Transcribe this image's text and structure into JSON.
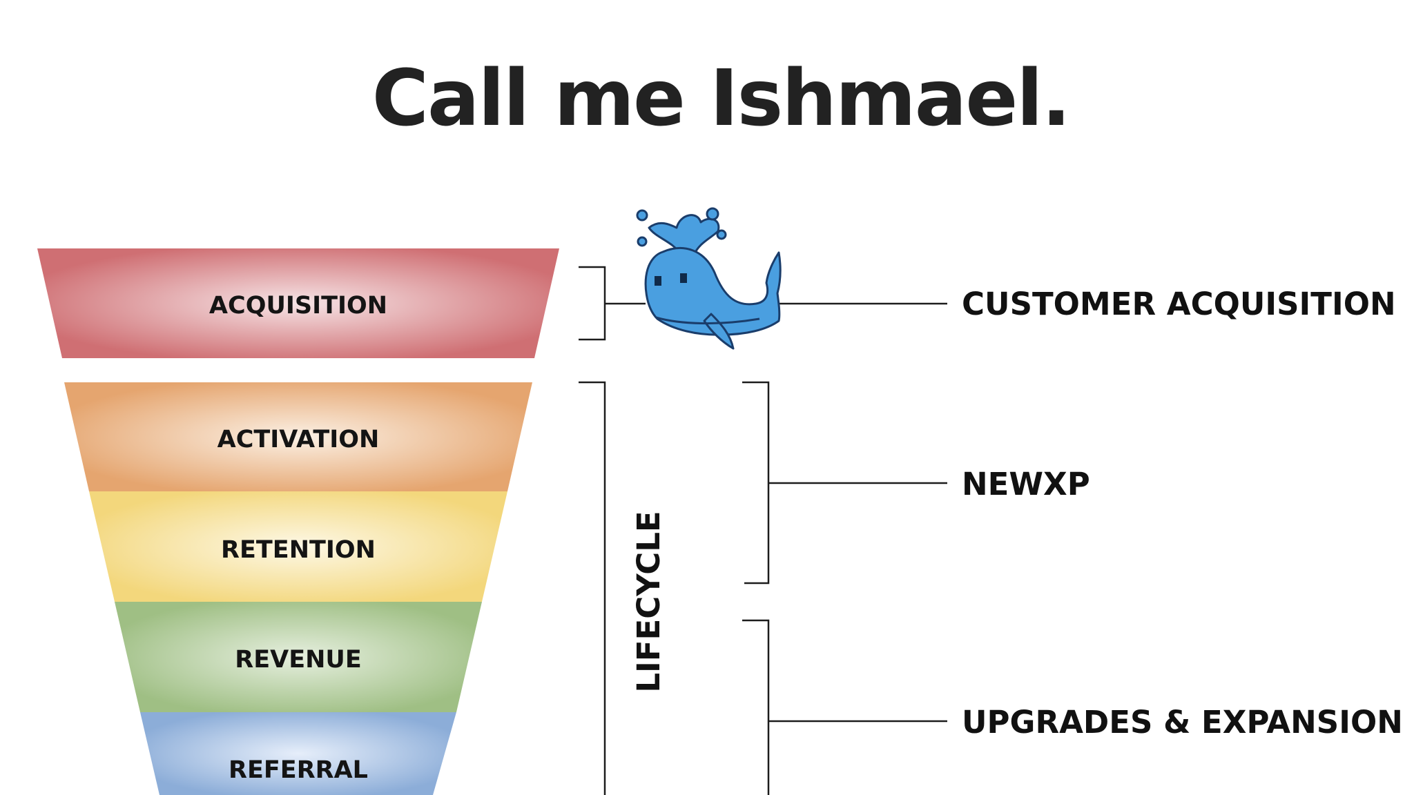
{
  "title": "Call me Ishmael.",
  "funnel": {
    "stages": [
      {
        "label": "ACQUISITION",
        "color": "#cf6f73"
      },
      {
        "label": "ACTIVATION",
        "color": "#e5a56f"
      },
      {
        "label": "RETENTION",
        "color": "#f3d77c"
      },
      {
        "label": "REVENUE",
        "color": "#9fbf84"
      },
      {
        "label": "REFERRAL",
        "color": "#8cadd8"
      }
    ]
  },
  "lifecycle_label": "LIFECYCLE",
  "groups": {
    "customer_acquisition": "CUSTOMER ACQUISITION",
    "newxp": "NEWXP",
    "upgrades": "UPGRADES & EXPANSION"
  },
  "mascot": {
    "icon": "whale-icon",
    "color": "#4a9fe0"
  }
}
